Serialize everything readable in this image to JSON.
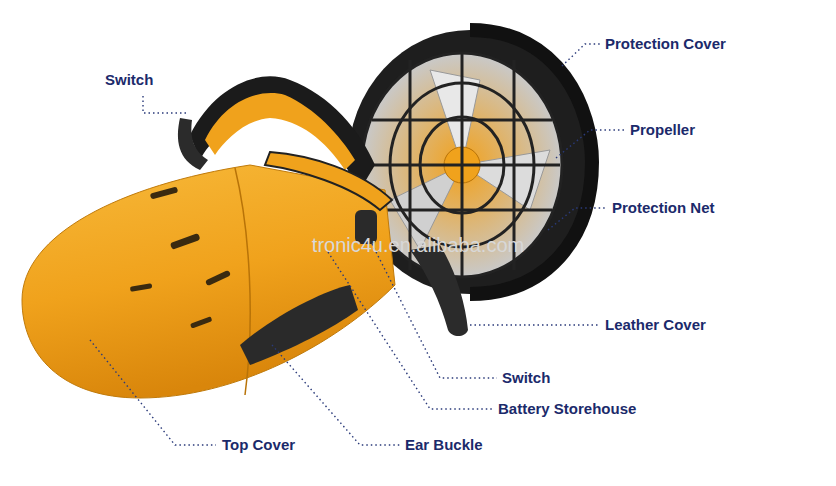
{
  "diagram": {
    "labels": [
      "Switch",
      "Protection Cover",
      "Propeller",
      "Protection Net",
      "Leather Cover",
      "Switch",
      "Battery Storehouse",
      "Top Cover",
      "Ear Buckle",
      "tronic4u.en.alibaba.com"
    ]
  }
}
